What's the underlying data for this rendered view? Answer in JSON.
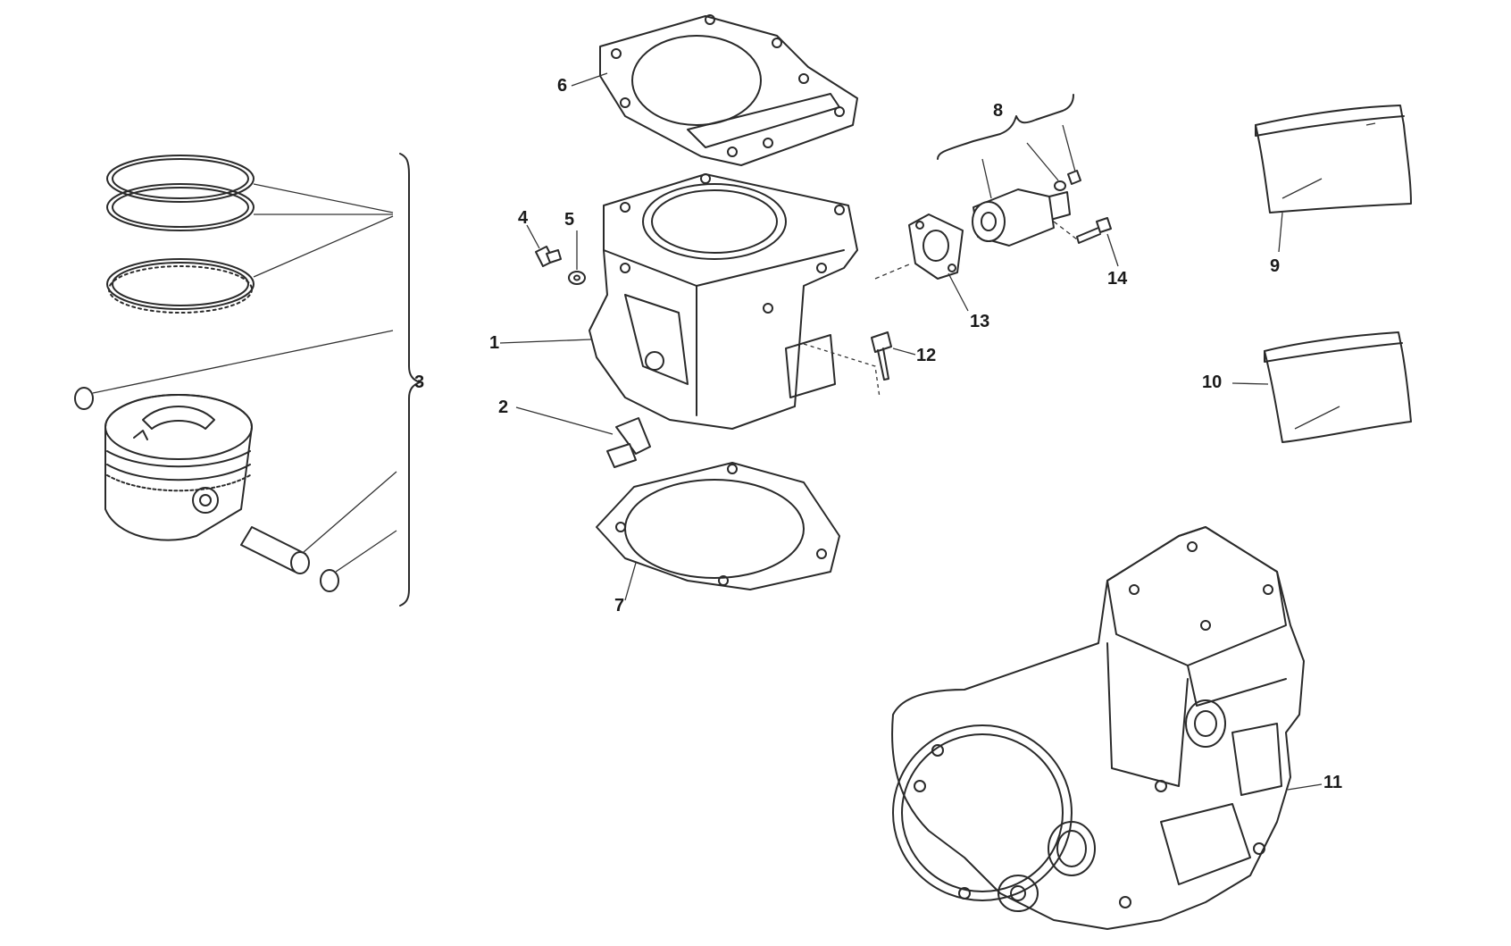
{
  "callouts": {
    "c1": "1",
    "c2": "2",
    "c3": "3",
    "c4": "4",
    "c5": "5",
    "c6": "6",
    "c7": "7",
    "c8": "8",
    "c9": "9",
    "c10": "10",
    "c11": "11",
    "c12": "12",
    "c13": "13",
    "c14": "14"
  },
  "colors": {
    "line": "#2a2a2a",
    "background": "#ffffff"
  }
}
